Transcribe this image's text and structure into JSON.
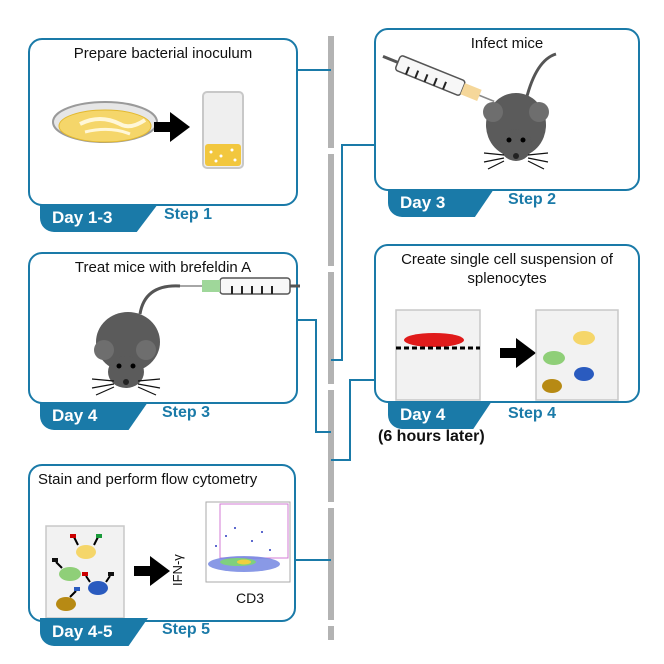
{
  "steps": [
    {
      "title": "Prepare bacterial inoculum",
      "day": "Day 1-3",
      "step": "Step 1"
    },
    {
      "title": "Infect mice",
      "day": "Day 3",
      "step": "Step 2"
    },
    {
      "title": "Treat mice with brefeldin A",
      "day": "Day 4",
      "step": "Step 3"
    },
    {
      "title": "Create single cell suspension of splenocytes",
      "day": "Day 4",
      "step": "Step 4",
      "subday": "(6 hours later)"
    },
    {
      "title": "Stain and perform flow cytometry",
      "day": "Day 4-5",
      "step": "Step 5"
    }
  ],
  "flow_plot": {
    "ylabel": "IFN-γ",
    "xlabel": "CD3"
  },
  "colors": {
    "accent": "#1a7aa8",
    "timeline": "#b3b3b3",
    "mouse": "#5b5b5b",
    "plate": "#f2c73e"
  }
}
